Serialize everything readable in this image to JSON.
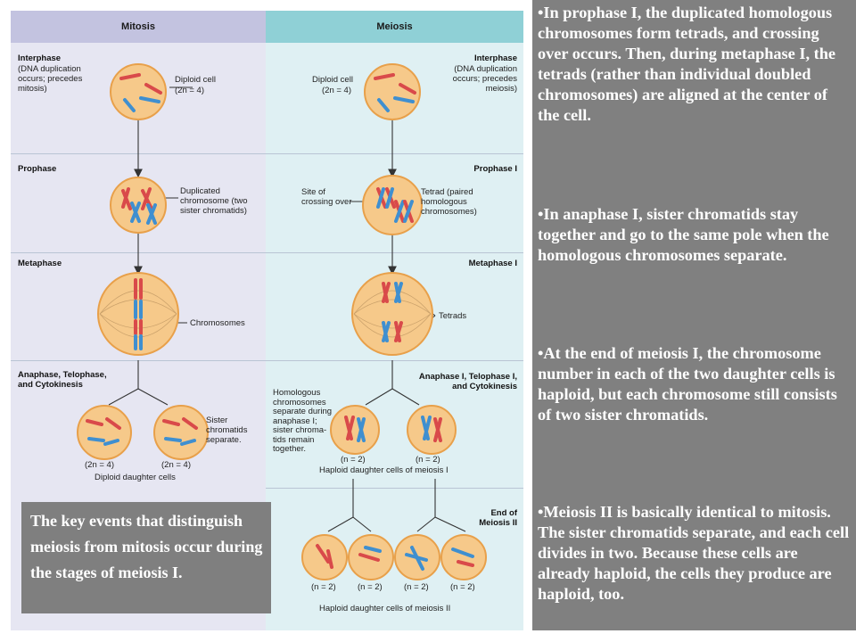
{
  "figure": {
    "mitosis_title": "Mitosis",
    "meiosis_title": "Meiosis",
    "mitosis": {
      "interphase": "Interphase",
      "interphase_note": "(DNA duplication\noccurs; precedes\nmitosis)",
      "diploid_cell": "Diploid cell",
      "diploid_2n": "(2n = 4)",
      "prophase": "Prophase",
      "duplicated_chromosome": "Duplicated\nchromosome (two\nsister chromatids)",
      "metaphase": "Metaphase",
      "chromosomes": "Chromosomes",
      "anaphase": "Anaphase, Telophase,\nand Cytokinesis",
      "sister_chromatids_separate": "Sister\nchromatids\nseparate.",
      "n_left": "(2n = 4)",
      "n_right": "(2n = 4)",
      "diploid_daughter_cells": "Diploid daughter cells"
    },
    "meiosis": {
      "interphase": "Interphase",
      "interphase_note": "(DNA duplication\noccurs; precedes\nmeiosis)",
      "diploid_cell": "Diploid cell",
      "diploid_2n": "(2n = 4)",
      "prophase": "Prophase I",
      "site_of_crossing_over": "Site of\ncrossing over",
      "tetrad": "Tetrad (paired\nhomologous\nchromosomes)",
      "metaphase": "Metaphase I",
      "tetrads": "Tetrads",
      "anaphase": "Anaphase I, Telophase I,\nand Cytokinesis",
      "homologous_separate": "Homologous\nchromosomes\nseparate during\nanaphase I;\nsister chroma-\ntids remain\ntogether.",
      "n_left": "(n = 2)",
      "n_right": "(n = 2)",
      "haploid_meiosis_1": "Haploid daughter cells of meiosis I",
      "end_meiosis_2": "End of\nMeiosis II",
      "n1": "(n = 2)",
      "n2": "(n = 2)",
      "n3": "(n = 2)",
      "n4": "(n = 2)",
      "haploid_meiosis_2": "Haploid daughter cells of meiosis II"
    }
  },
  "callout": "The key events that distinguish meiosis from mitosis occur during the stages of meiosis I.",
  "notes": [
    "In prophase I, the duplicated homologous chromosomes form tetrads, and crossing over occurs. Then, during metaphase I, the tetrads (rather than individual doubled chromosomes) are aligned at the center of the cell.",
    "In anaphase I, sister chromatids stay together and go to the same pole when the homologous chromosomes separate.",
    "At the end of meiosis I, the chromosome number in each of the two daughter cells is haploid, but each chromosome still consists of two sister chromatids.",
    "Meiosis II is basically identical to mitosis. The sister chromatids separate, and each cell divides in two. Because these cells are already haploid, the cells they produce are haploid, too."
  ],
  "colors": {
    "cell_fill": "#f6c98a",
    "cell_stroke": "#e8a04a",
    "chromosome_red": "#d94a4a",
    "chromosome_blue": "#3f8fd0",
    "notes_bg": "#808080"
  }
}
